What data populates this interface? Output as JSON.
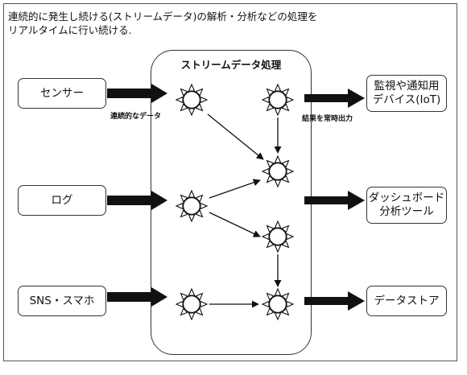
{
  "intro_text": "連続的に発生し続ける(ストリームデータ)の解析・分析などの処理を\nリアルタイムに行い続ける.",
  "stream_title": "ストリームデータ処理",
  "sources": [
    {
      "label": "センサー"
    },
    {
      "label": "ログ"
    },
    {
      "label": "SNS・スマホ"
    }
  ],
  "outputs": [
    {
      "label": "監視や通知用\nデバイス(IoT)"
    },
    {
      "label": "ダッシュボード\n分析ツール"
    },
    {
      "label": "データストア"
    }
  ],
  "labels": {
    "continuous_data": "連続的なデータ",
    "constant_output": "結果を常時出力"
  },
  "colors": {
    "line": "#111111",
    "box_border": "#333333",
    "background": "#ffffff"
  },
  "icons": {
    "processor": "sun-gear-icon"
  }
}
